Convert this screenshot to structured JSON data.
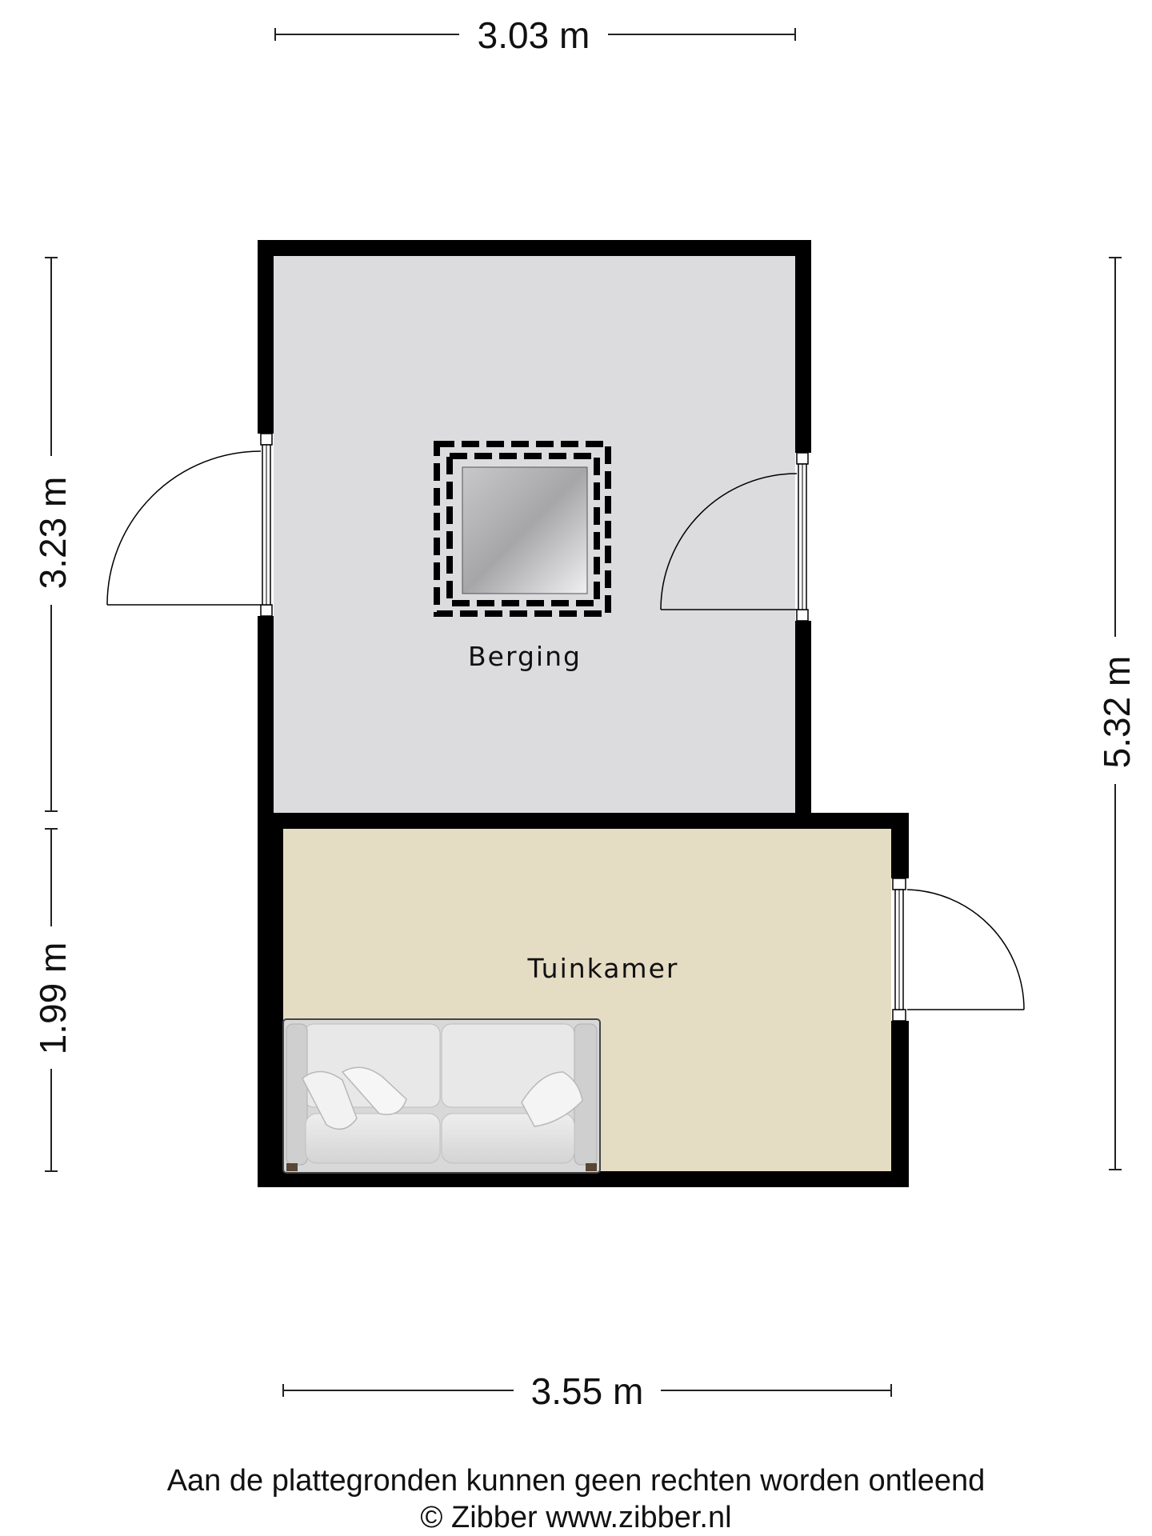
{
  "rooms": {
    "upper": {
      "name": "Berging",
      "color": "#dcdcde"
    },
    "lower": {
      "name": "Tuinkamer",
      "color": "#e5dcc4"
    }
  },
  "dimensions": {
    "top_width": "3.03 m",
    "bottom_width": "3.55 m",
    "left_upper_height": "3.23 m",
    "left_lower_height": "1.99 m",
    "right_total_height": "5.32 m"
  },
  "wall_color": "#000000",
  "footer": {
    "disclaimer": "Aan de plattegronden kunnen geen rechten worden ontleend",
    "credit": "© Zibber www.zibber.nl"
  }
}
